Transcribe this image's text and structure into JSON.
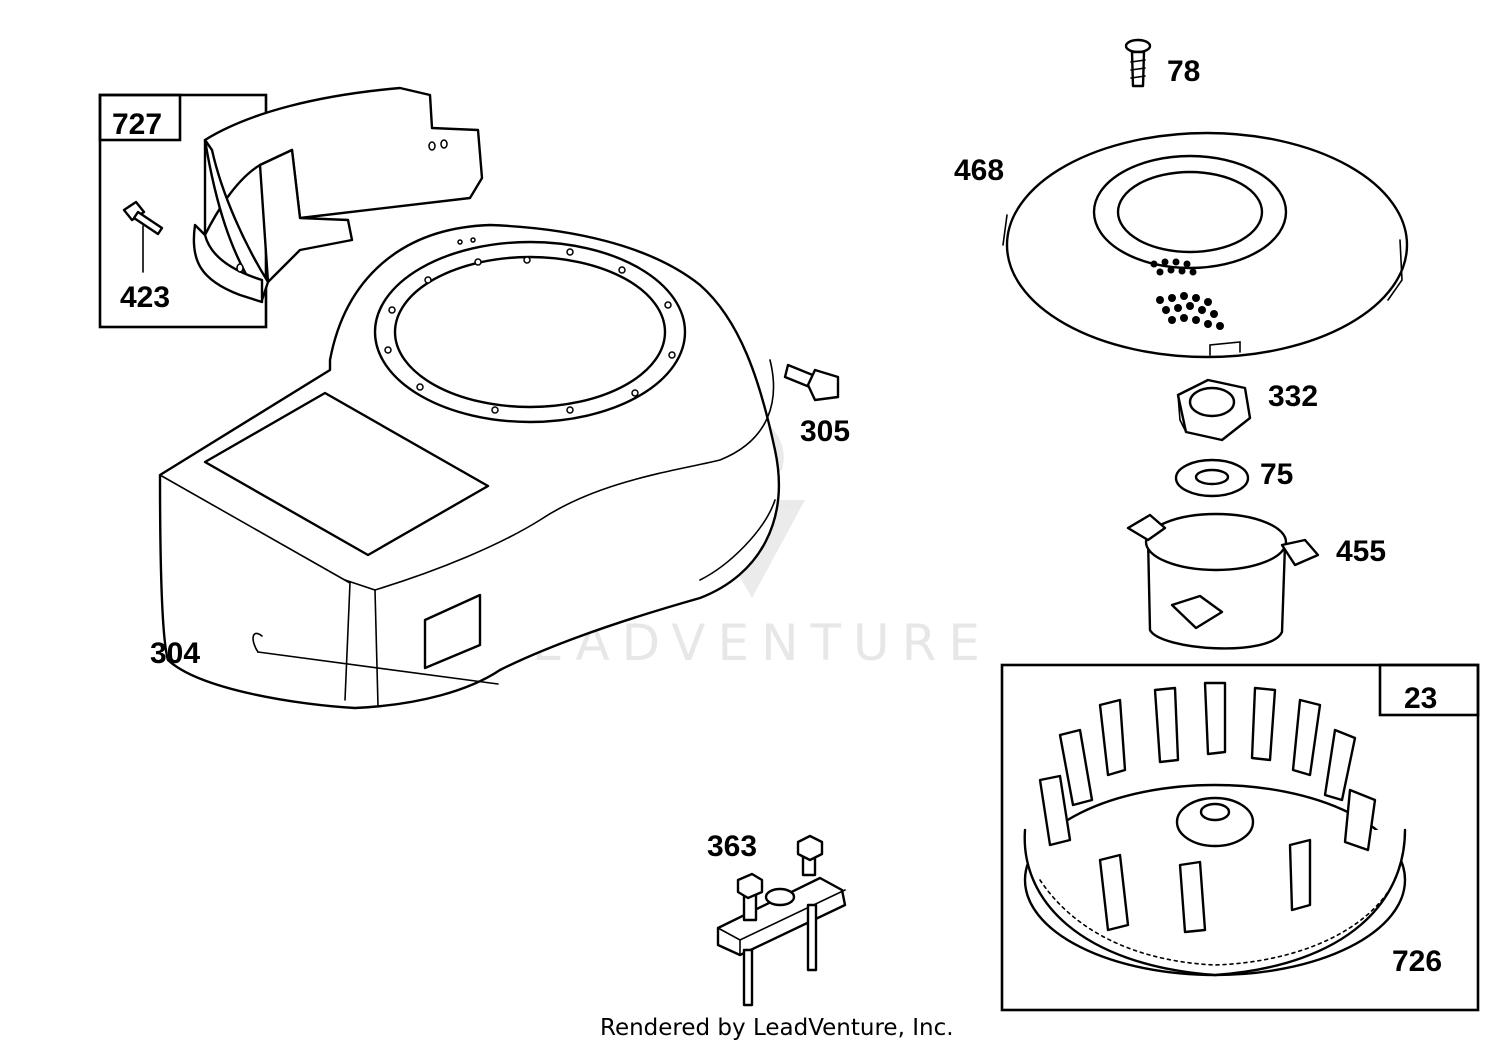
{
  "watermark": {
    "text": "LEADVENTURE"
  },
  "credit": "Rendered by LeadVenture, Inc.",
  "callouts": {
    "c727": "727",
    "c423": "423",
    "c304": "304",
    "c305": "305",
    "c363": "363",
    "c78": "78",
    "c468": "468",
    "c332": "332",
    "c75": "75",
    "c455": "455",
    "c23": "23",
    "c726": "726"
  }
}
